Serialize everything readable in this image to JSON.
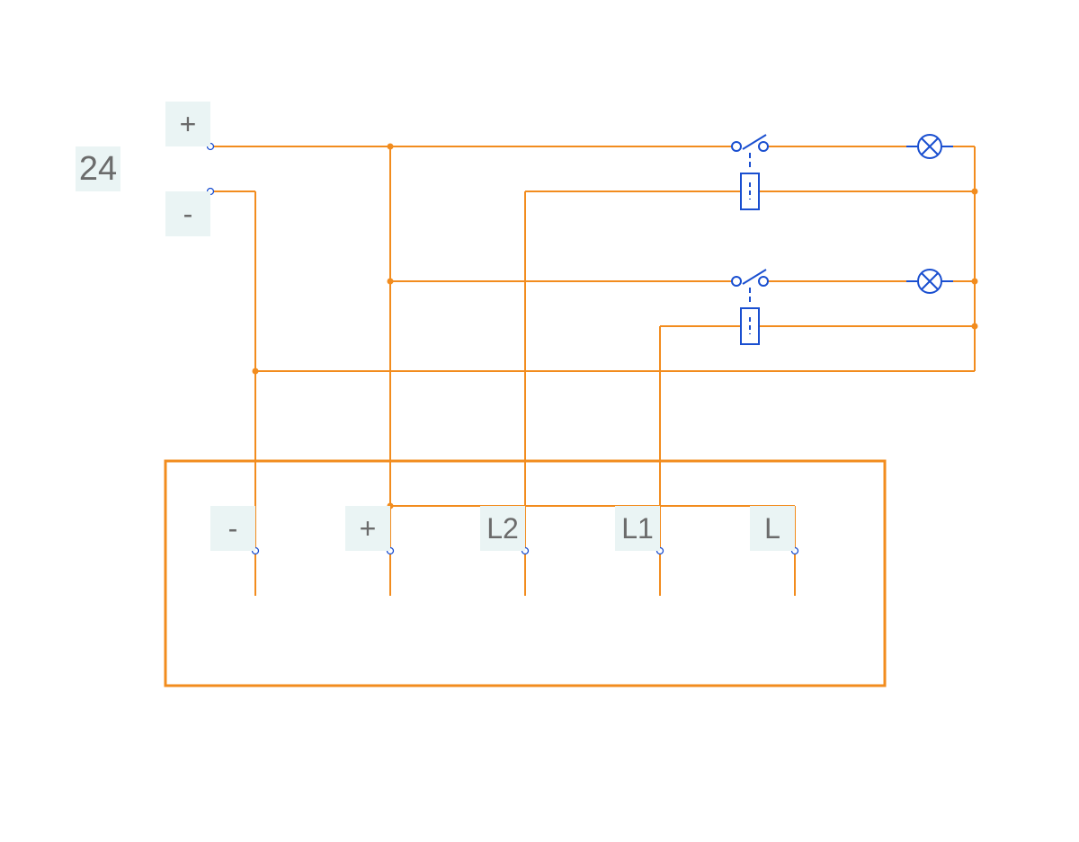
{
  "source": {
    "voltage_label": "24",
    "plus_label": "+",
    "minus_label": "-"
  },
  "module": {
    "terminals": [
      {
        "label": "-"
      },
      {
        "label": "+"
      },
      {
        "label": "L2"
      },
      {
        "label": "L1"
      },
      {
        "label": "L"
      }
    ]
  },
  "colors": {
    "wire": "#f28c1e",
    "component": "#1a4fd0",
    "label_bg": "#eaf4f4",
    "label_text": "#6b6b6b"
  },
  "components": {
    "switches": [
      "relay-contact",
      "relay-contact"
    ],
    "coils": [
      "relay-coil",
      "relay-coil"
    ],
    "lamps": [
      "lamp",
      "lamp"
    ]
  }
}
